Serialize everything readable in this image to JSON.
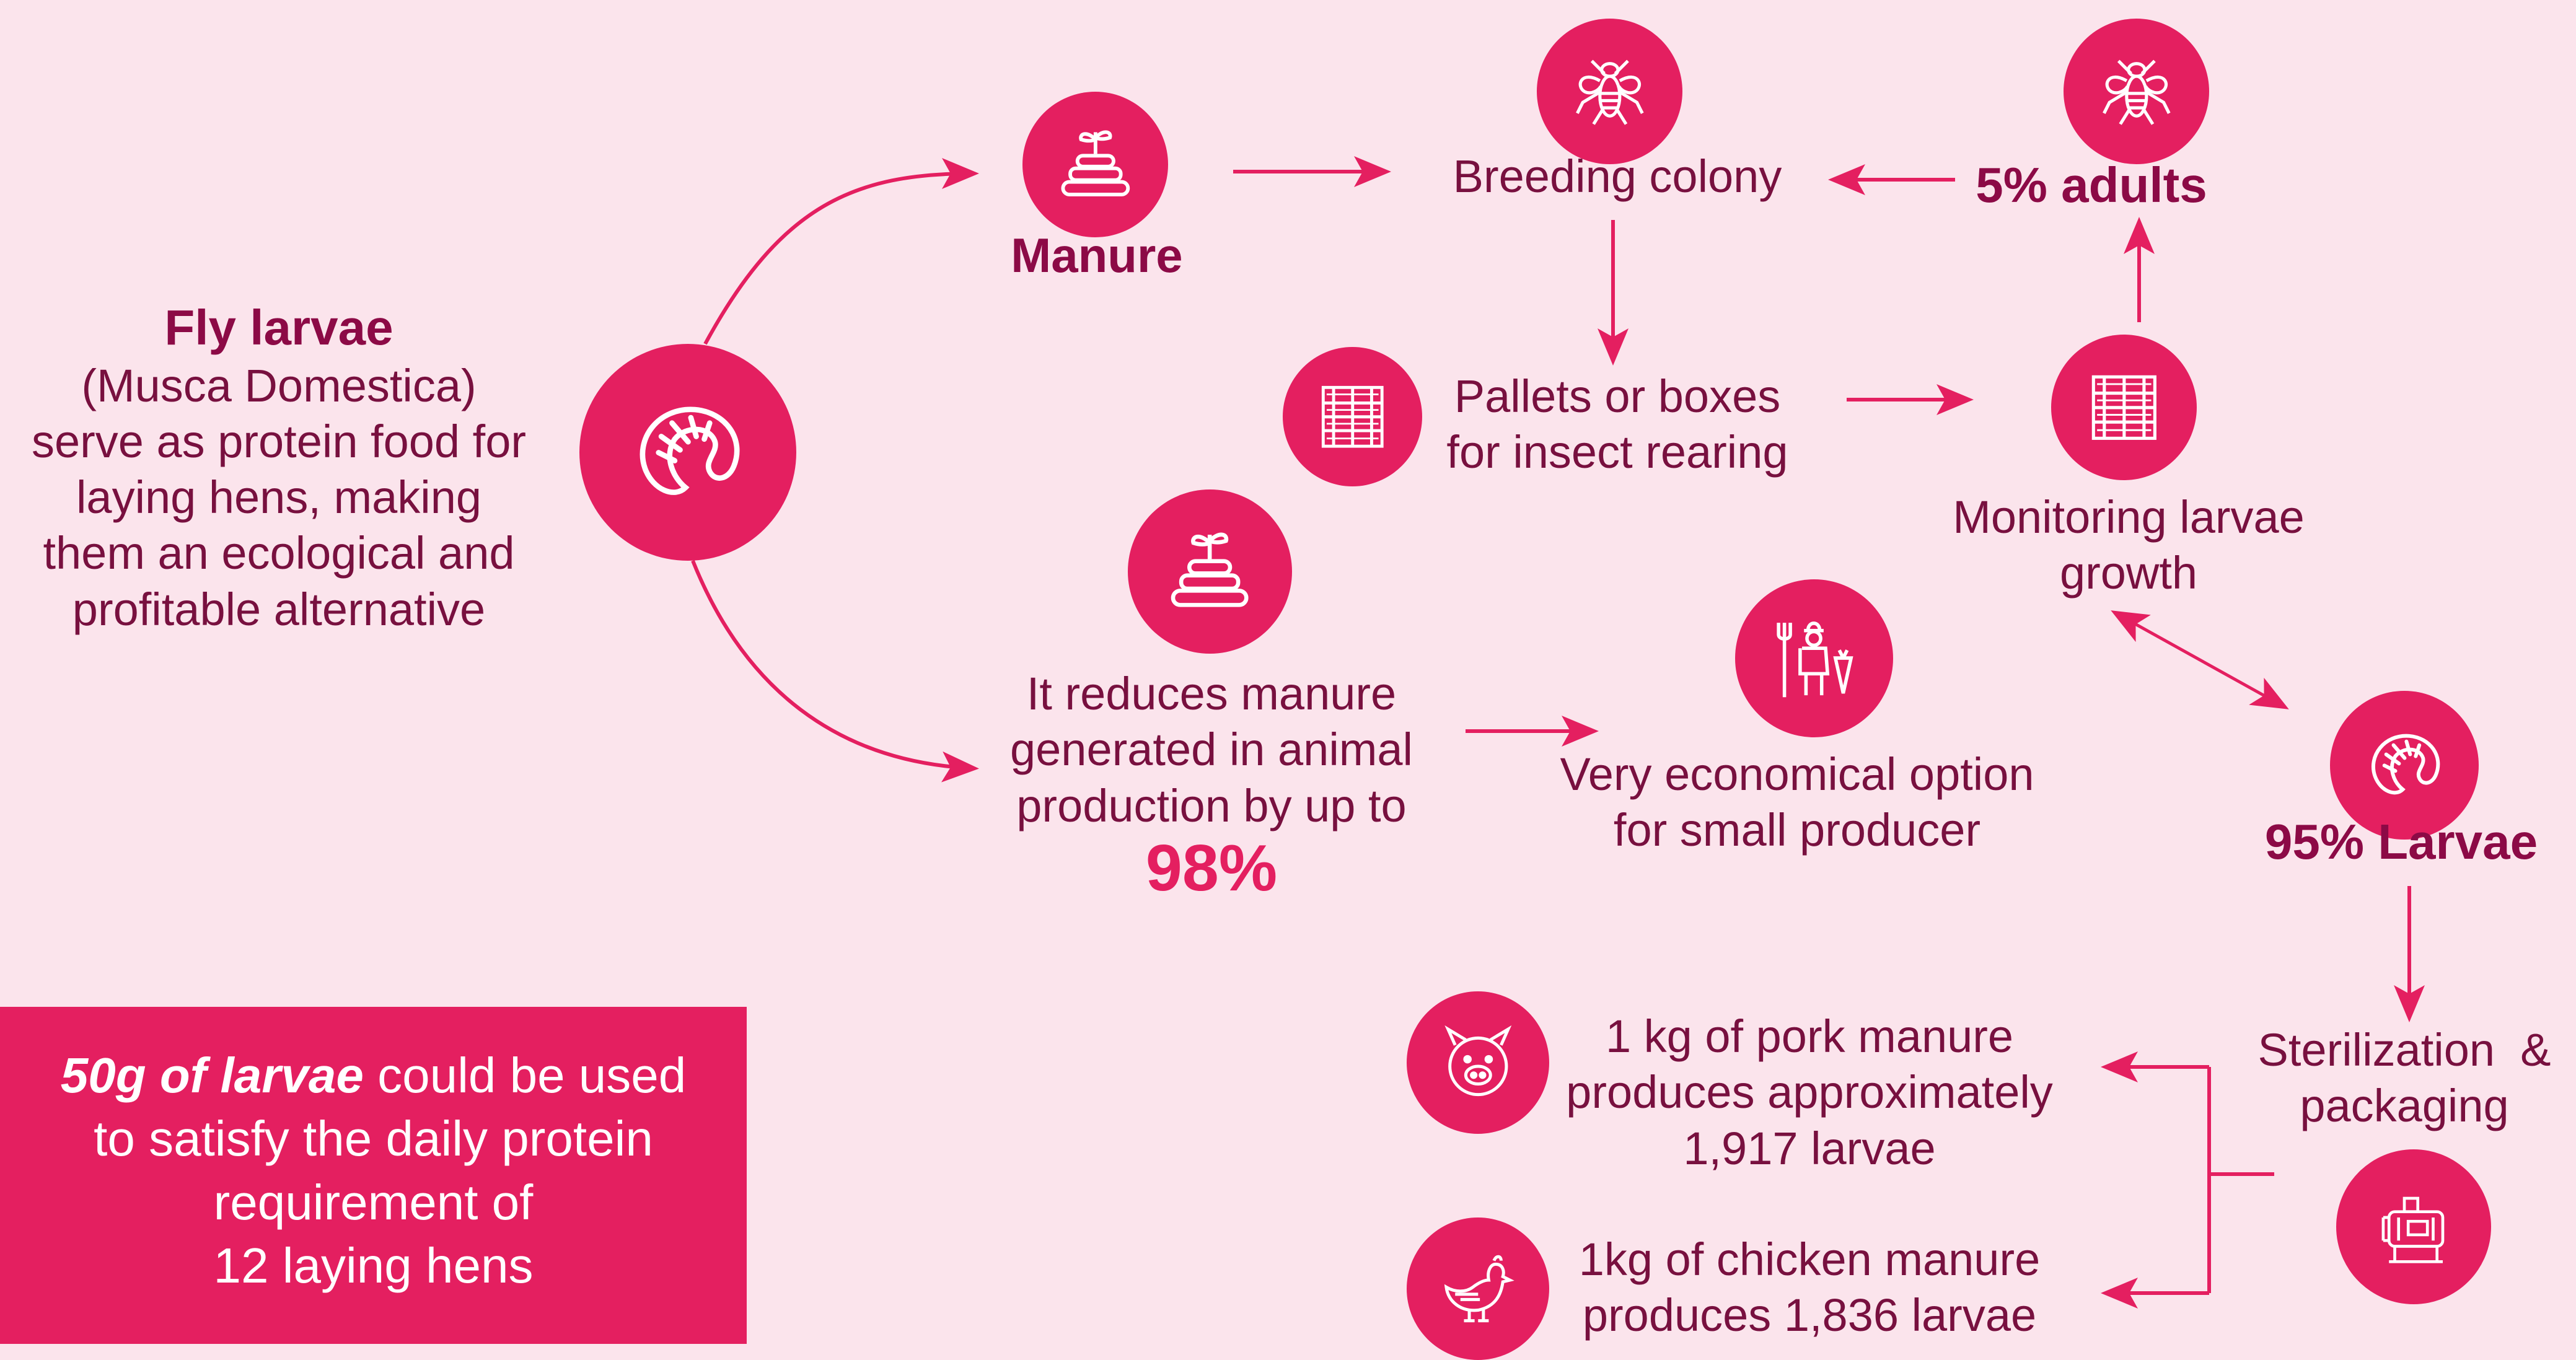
{
  "colors": {
    "background": "#fbe4ec",
    "accent": "#e41f60",
    "dark_text": "#78103f",
    "bold_text": "#8c0a46",
    "white": "#ffffff"
  },
  "intro": {
    "title": "Fly larvae",
    "lines": [
      "(Musca Domestica)",
      "serve as protein food for",
      "laying hens, making",
      "them an ecological and",
      "profitable alternative"
    ]
  },
  "nodes": {
    "manure": "Manure",
    "breeding_colony": "Breeding colony",
    "adults": "5% adults",
    "pallets": [
      "Pallets or boxes",
      "for insect rearing"
    ],
    "monitoring": [
      "Monitoring larvae",
      "growth"
    ],
    "reduces": [
      "It reduces manure",
      "generated in animal",
      "production by up to"
    ],
    "reduces_pct": "98%",
    "economical": [
      "Very economical option",
      "for small producer"
    ],
    "larvae": "95% Larvae",
    "sterilization": [
      "Sterilization  &",
      "packaging"
    ],
    "pork": [
      "1 kg of pork manure",
      "produces approximately",
      "1,917 larvae"
    ],
    "chicken": [
      "1kg of chicken manure",
      "produces 1,836 larvae"
    ]
  },
  "box": {
    "em": "50g of larvae",
    "rest": " could be used",
    "lines": [
      "to satisfy the daily protein",
      "requirement of",
      "12 laying hens"
    ]
  },
  "icons": [
    "larva-icon",
    "manure-pile-icon",
    "fly-icon",
    "fly-icon",
    "pallet-icon",
    "pallet-icon",
    "manure-pile-icon",
    "farmer-icon",
    "larva-icon",
    "pig-icon",
    "chicken-icon",
    "sterilization-machine-icon"
  ]
}
